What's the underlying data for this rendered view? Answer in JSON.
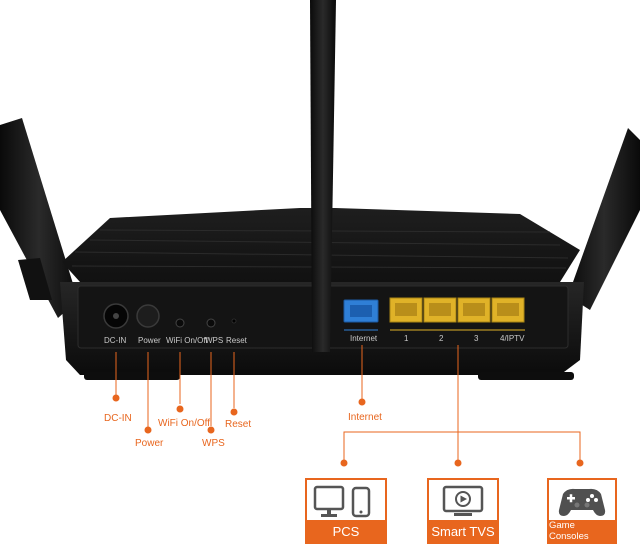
{
  "ports": {
    "dc_in": "DC-IN",
    "power": "Power",
    "wifi": "WiFi On/Off",
    "wps": "WPS",
    "reset": "Reset",
    "internet": "Internet",
    "lan1": "1",
    "lan2": "2",
    "lan3": "3",
    "lan4": "4/IPTV"
  },
  "callouts": {
    "dc_in": "DC-IN",
    "power": "Power",
    "wifi": "WiFi On/Off",
    "wps": "WPS",
    "reset": "Reset",
    "internet": "Internet"
  },
  "devices": {
    "pcs": "PCS",
    "tvs": "Smart TVS",
    "consoles": "Game Consoles"
  },
  "colors": {
    "accent": "#e8661e",
    "port_yellow": "#e0b228",
    "port_blue": "#2f7fd6",
    "body": "#151515"
  },
  "icons": [
    "computer-icon",
    "phone-icon",
    "tv-play-icon",
    "gamepad-icon"
  ]
}
